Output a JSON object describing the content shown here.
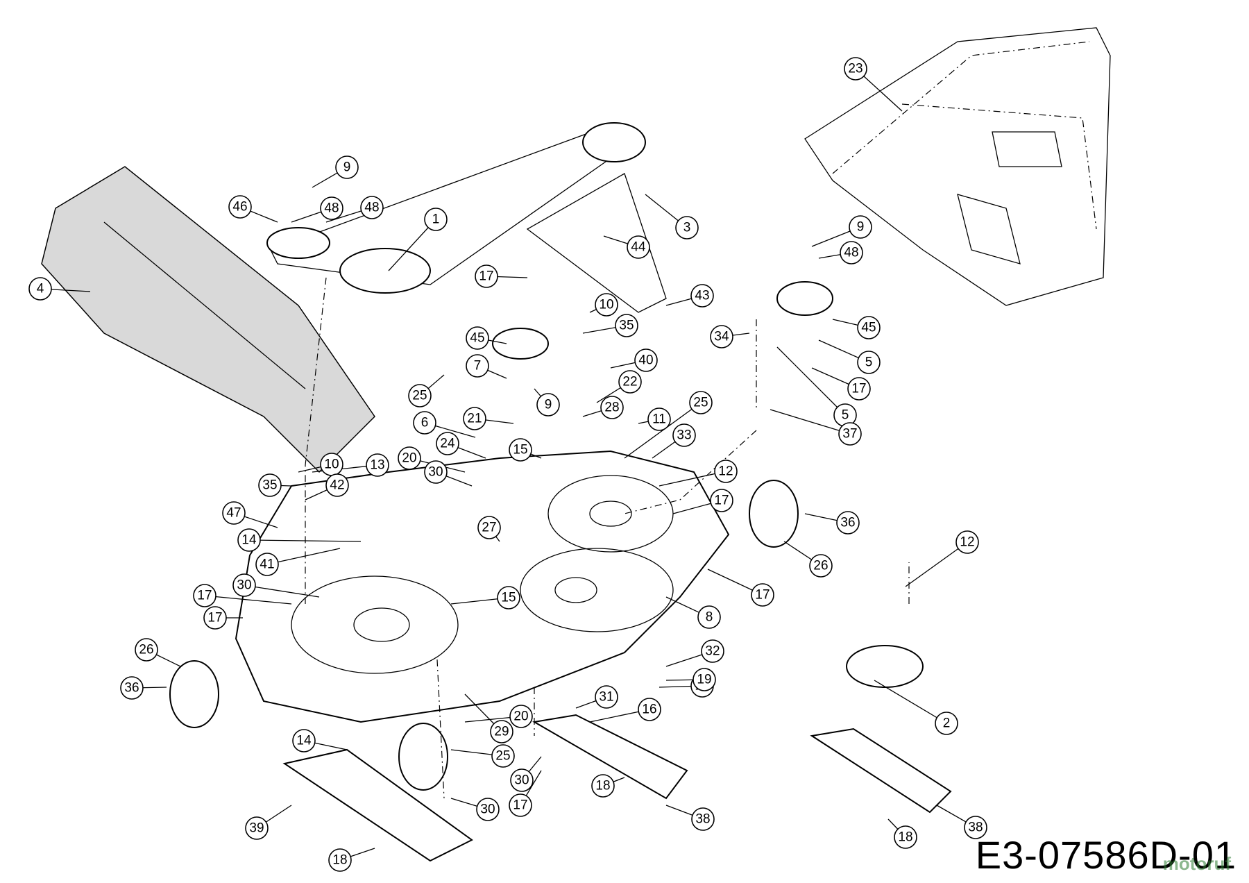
{
  "drawing_number": "E3-07586D-01",
  "watermark_text": "motoruf",
  "callouts": [
    {
      "label": "1"
    },
    {
      "label": "2"
    },
    {
      "label": "3"
    },
    {
      "label": "4"
    },
    {
      "label": "5"
    },
    {
      "label": "5"
    },
    {
      "label": "6"
    },
    {
      "label": "7"
    },
    {
      "label": "8"
    },
    {
      "label": "9"
    },
    {
      "label": "9"
    },
    {
      "label": "9"
    },
    {
      "label": "10"
    },
    {
      "label": "10"
    },
    {
      "label": "11"
    },
    {
      "label": "12"
    },
    {
      "label": "12"
    },
    {
      "label": "13"
    },
    {
      "label": "14"
    },
    {
      "label": "14"
    },
    {
      "label": "15"
    },
    {
      "label": "15"
    },
    {
      "label": "16"
    },
    {
      "label": "17"
    },
    {
      "label": "17"
    },
    {
      "label": "17"
    },
    {
      "label": "17"
    },
    {
      "label": "17"
    },
    {
      "label": "17"
    },
    {
      "label": "17"
    },
    {
      "label": "17"
    },
    {
      "label": "18"
    },
    {
      "label": "18"
    },
    {
      "label": "18"
    },
    {
      "label": "19"
    },
    {
      "label": "20"
    },
    {
      "label": "20"
    },
    {
      "label": "21"
    },
    {
      "label": "22"
    },
    {
      "label": "23"
    },
    {
      "label": "24"
    },
    {
      "label": "25"
    },
    {
      "label": "25"
    },
    {
      "label": "25"
    },
    {
      "label": "26"
    },
    {
      "label": "26"
    },
    {
      "label": "27"
    },
    {
      "label": "28"
    },
    {
      "label": "29"
    },
    {
      "label": "30"
    },
    {
      "label": "30"
    },
    {
      "label": "30"
    },
    {
      "label": "30"
    },
    {
      "label": "31"
    },
    {
      "label": "32"
    },
    {
      "label": "33"
    },
    {
      "label": "34"
    },
    {
      "label": "35"
    },
    {
      "label": "35"
    },
    {
      "label": "36"
    },
    {
      "label": "36"
    },
    {
      "label": "37"
    },
    {
      "label": "38"
    },
    {
      "label": "38"
    },
    {
      "label": "39"
    },
    {
      "label": "40"
    },
    {
      "label": "41"
    },
    {
      "label": "42"
    },
    {
      "label": "43"
    },
    {
      "label": "44"
    },
    {
      "label": "45"
    },
    {
      "label": "45"
    },
    {
      "label": "46"
    },
    {
      "label": "47"
    },
    {
      "label": "48"
    },
    {
      "label": "48"
    },
    {
      "label": "48"
    }
  ]
}
